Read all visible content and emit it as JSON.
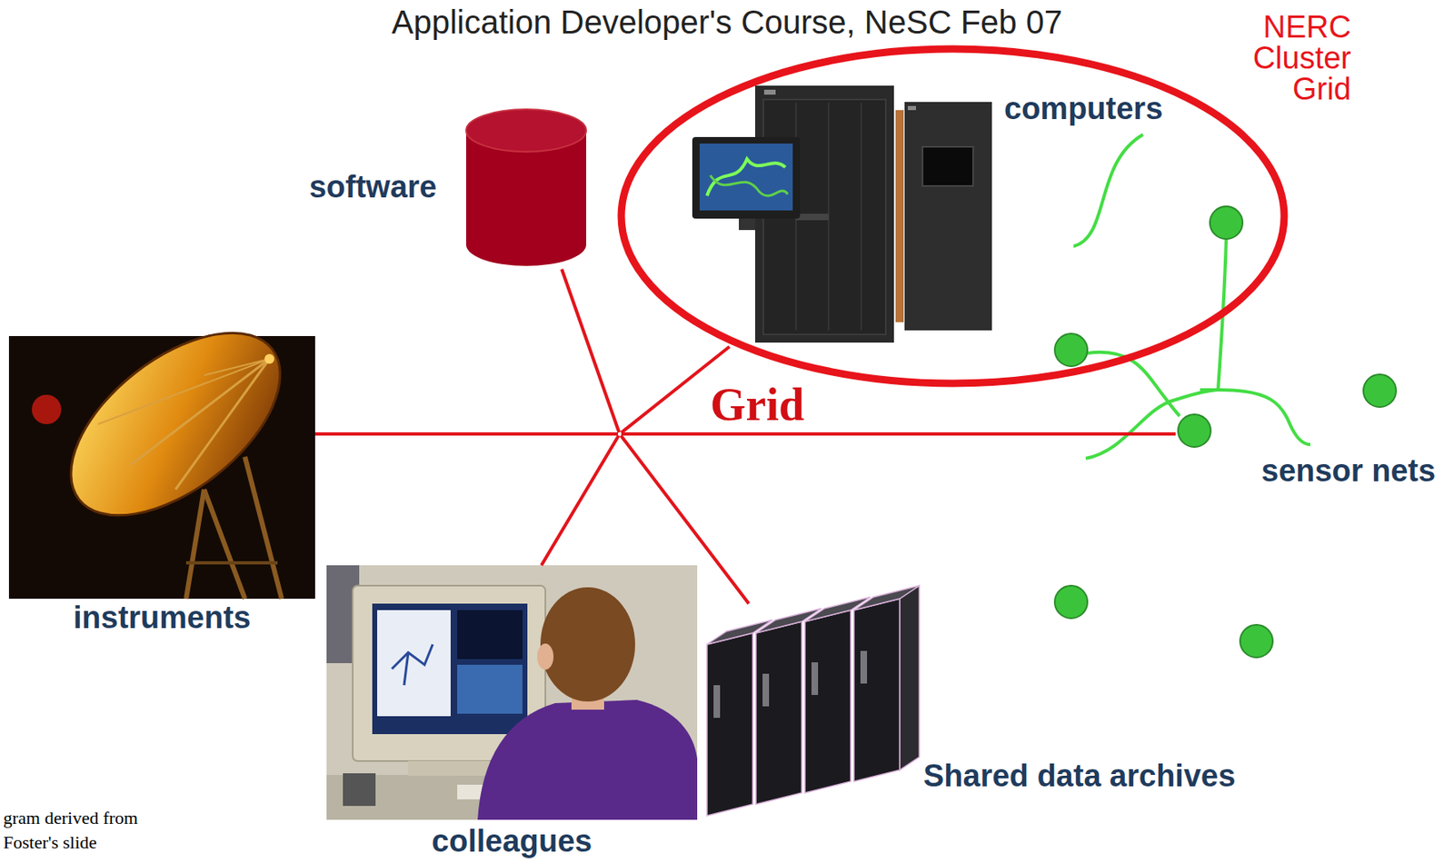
{
  "diagram": {
    "title": "Application Developer's Course, NeSC Feb 07",
    "caption": "gram derived from Foster's slide",
    "nodes": [
      {
        "text": [
          "NERC Cluster Grid"
        ]
      },
      {
        "text": [
          "computers"
        ],
        "in": 0
      },
      {
        "text": [
          "software"
        ]
      },
      {
        "text": [
          "Grid"
        ]
      },
      {
        "text": [
          "instruments"
        ]
      },
      {
        "text": [
          "sensor nets"
        ]
      },
      {
        "text": [
          "colleagues"
        ]
      },
      {
        "text": [
          "Shared data archives"
        ]
      }
    ],
    "edges": [
      {
        "from": 3,
        "to": 2,
        "arrow": "none"
      },
      {
        "from": 3,
        "to": 1,
        "arrow": "none"
      },
      {
        "from": 3,
        "to": 4,
        "arrow": "none"
      },
      {
        "from": 3,
        "to": 5,
        "arrow": "none"
      },
      {
        "from": 3,
        "to": 6,
        "arrow": "none"
      },
      {
        "from": 3,
        "to": 7,
        "arrow": "none"
      }
    ]
  }
}
